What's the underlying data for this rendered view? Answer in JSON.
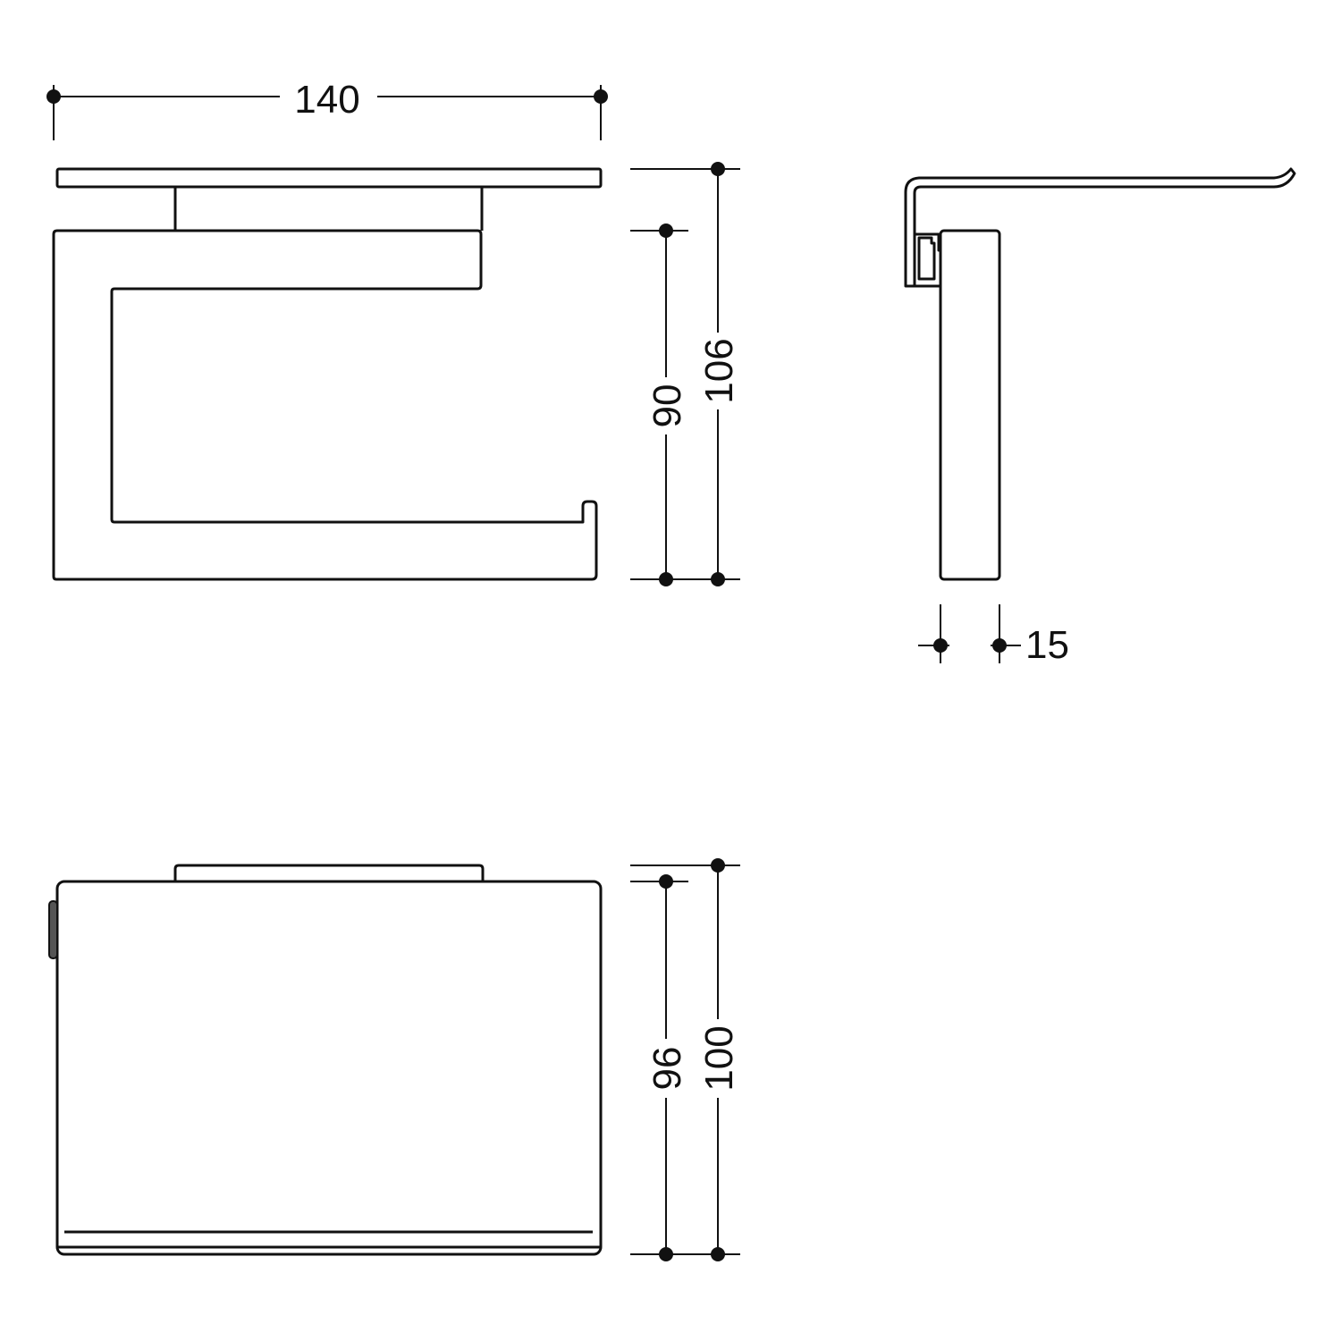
{
  "dimensions": {
    "front_width": "140",
    "front_height_inner": "90",
    "front_height_total": "106",
    "side_thickness": "15",
    "bottom_height_inner": "96",
    "bottom_height_total": "100"
  },
  "colors": {
    "line": "#111111",
    "background": "#ffffff",
    "knob": "#555555"
  }
}
